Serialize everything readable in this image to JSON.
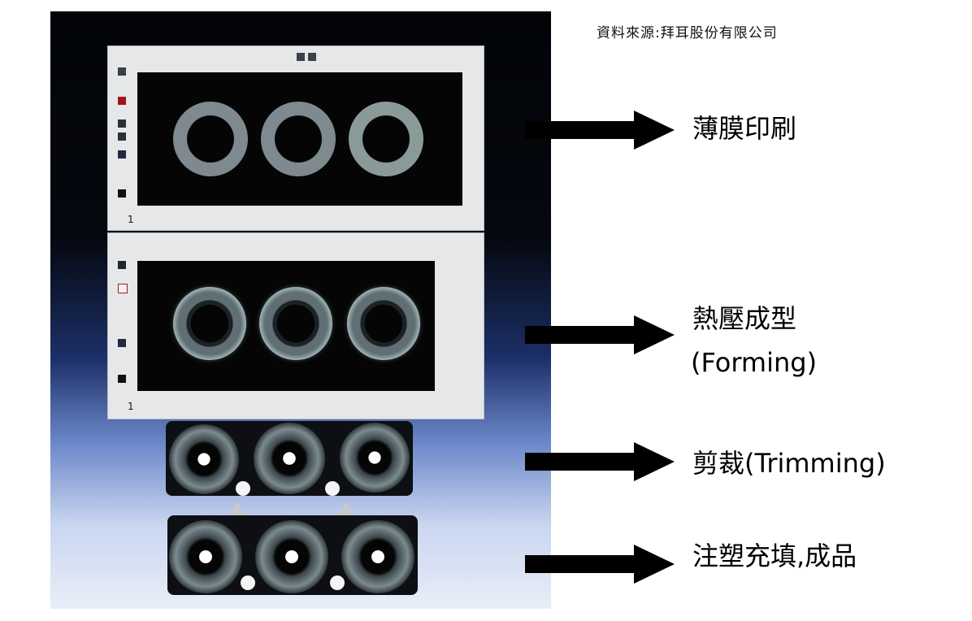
{
  "source_note": "資料來源:拜耳股份有限公司",
  "steps": [
    {
      "label": "薄膜印刷"
    },
    {
      "label_line1": "熱壓成型",
      "label_line2": "(Forming)"
    },
    {
      "label": "剪裁(Trimming)"
    },
    {
      "label": "注塑充填,成品"
    }
  ],
  "panel_number": "1",
  "colors": {
    "arrow": "#000000",
    "background": "#ffffff",
    "photo_dark": "#020408",
    "photo_light": "#e9eef8"
  }
}
